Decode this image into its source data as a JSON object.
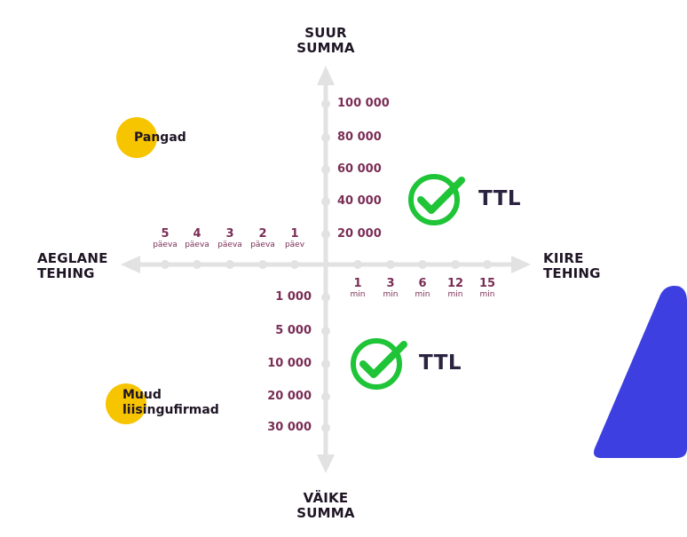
{
  "axes": {
    "top": [
      "SUUR",
      "SUMMA"
    ],
    "bottom": [
      "VÄIKE",
      "SUMMA"
    ],
    "left": [
      "AEGLANE",
      "TEHING"
    ],
    "right": [
      "KIIRE",
      "TEHING"
    ]
  },
  "upper_amounts": [
    "100 000",
    "80 000",
    "60 000",
    "40 000",
    "20 000"
  ],
  "lower_amounts": [
    "1 000",
    "5 000",
    "10 000",
    "20 000",
    "30 000"
  ],
  "days": [
    {
      "n": "5",
      "u": "päeva"
    },
    {
      "n": "4",
      "u": "päeva"
    },
    {
      "n": "3",
      "u": "päeva"
    },
    {
      "n": "2",
      "u": "päeva"
    },
    {
      "n": "1",
      "u": "päev"
    }
  ],
  "minutes": [
    {
      "n": "1",
      "u": "min"
    },
    {
      "n": "3",
      "u": "min"
    },
    {
      "n": "6",
      "u": "min"
    },
    {
      "n": "12",
      "u": "min"
    },
    {
      "n": "15",
      "u": "min"
    }
  ],
  "players": {
    "banks": "Pangad",
    "leasing": [
      "Muud",
      "liisingufirmad"
    ],
    "ttl_upper": "TTL",
    "ttl_lower": "TTL"
  },
  "colors": {
    "axis": "#e2e2e2",
    "labels": "#7a2d55",
    "circle": "#f7c400",
    "check": "#1fc437",
    "accent_shape": "#3d3fe0"
  }
}
